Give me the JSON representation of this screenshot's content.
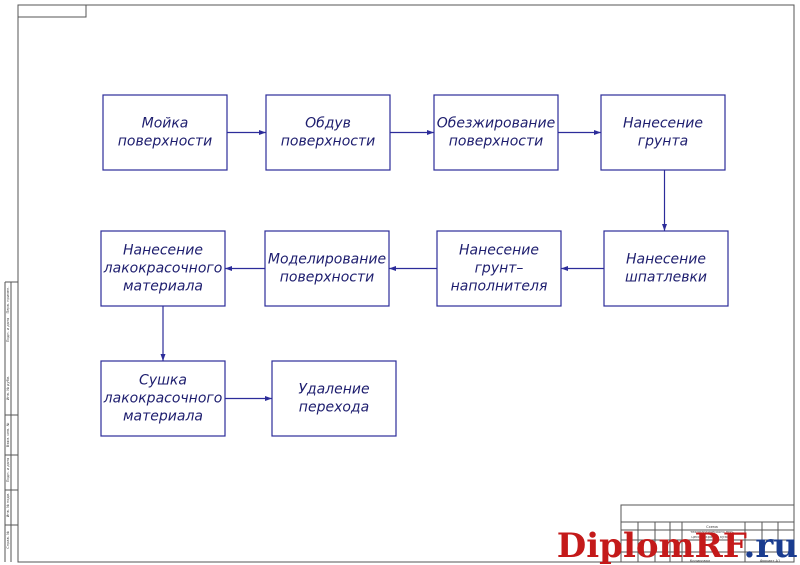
{
  "diagram": {
    "nodes": [
      {
        "id": "n1",
        "lines": [
          "Мойка",
          "поверхности"
        ]
      },
      {
        "id": "n2",
        "lines": [
          "Обдув",
          "поверхности"
        ]
      },
      {
        "id": "n3",
        "lines": [
          "Обезжирование",
          "поверхности"
        ]
      },
      {
        "id": "n4",
        "lines": [
          "Нанесение",
          "грунта"
        ]
      },
      {
        "id": "n5",
        "lines": [
          "Нанесение",
          "шпатлевки"
        ]
      },
      {
        "id": "n6",
        "lines": [
          "Нанесение",
          "грунт–",
          "наполнителя"
        ]
      },
      {
        "id": "n7",
        "lines": [
          "Моделирование",
          "поверхности"
        ]
      },
      {
        "id": "n8",
        "lines": [
          "Нанесение",
          "лакокрасочного",
          "материала"
        ]
      },
      {
        "id": "n9",
        "lines": [
          "Сушка",
          "лакокрасочного",
          "материала"
        ]
      },
      {
        "id": "n10",
        "lines": [
          "Удаление",
          "перехода"
        ]
      }
    ],
    "edges": [
      {
        "from": "n1",
        "to": "n2"
      },
      {
        "from": "n2",
        "to": "n3"
      },
      {
        "from": "n3",
        "to": "n4"
      },
      {
        "from": "n4",
        "to": "n5"
      },
      {
        "from": "n5",
        "to": "n6"
      },
      {
        "from": "n6",
        "to": "n7"
      },
      {
        "from": "n7",
        "to": "n8"
      },
      {
        "from": "n8",
        "to": "n9"
      },
      {
        "from": "n9",
        "to": "n10"
      }
    ]
  },
  "title_block": {
    "lines": [
      "Схема",
      "технологического про-",
      "цесса окраски кузова"
    ],
    "bottom_left": "Копировал",
    "bottom_right": "Формат  А1"
  },
  "margin_stamps": [
    "Подп. и дата",
    "Инв. № дубл.",
    "Взам. инв. №",
    "Подп. и дата",
    "Инв. № подл.",
    "Справ. №",
    "Перв. примен."
  ],
  "watermark": {
    "part1": "Diplom",
    "part2": "RF",
    "part3": ".ru",
    "color1": "#c41a1a",
    "color2": "#1a3c8f"
  },
  "colors": {
    "box_stroke": "#2c2c9a",
    "text": "#1d1d6e"
  }
}
